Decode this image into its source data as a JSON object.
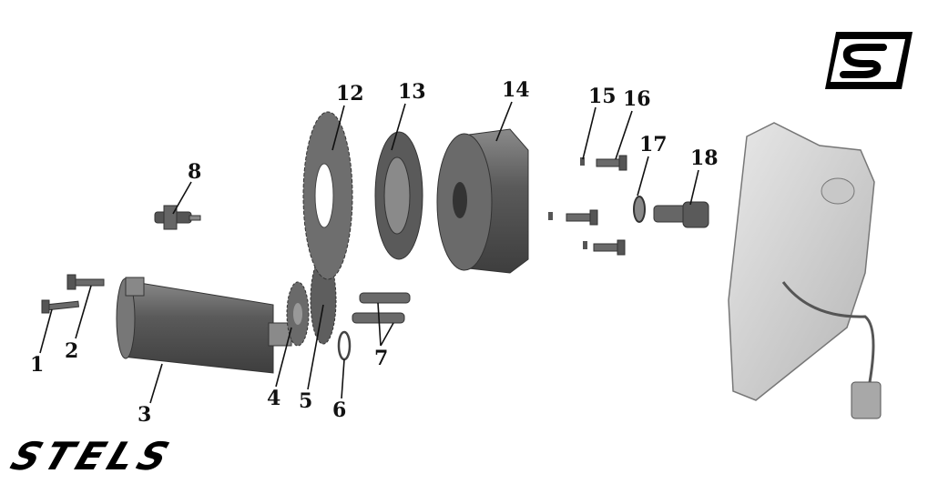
{
  "diagram": {
    "brand_logo_text": "STELS",
    "brand_badge_text": "S",
    "callouts": [
      "1",
      "2",
      "3",
      "4",
      "5",
      "6",
      "7",
      "8",
      "12",
      "13",
      "14",
      "15",
      "16",
      "17",
      "18"
    ]
  },
  "colors": {
    "part_dark": "#555555",
    "part_mid": "#7a7a7a",
    "part_light": "#bdbdbd",
    "cover": "#d9d9d9",
    "ink": "#111111"
  }
}
